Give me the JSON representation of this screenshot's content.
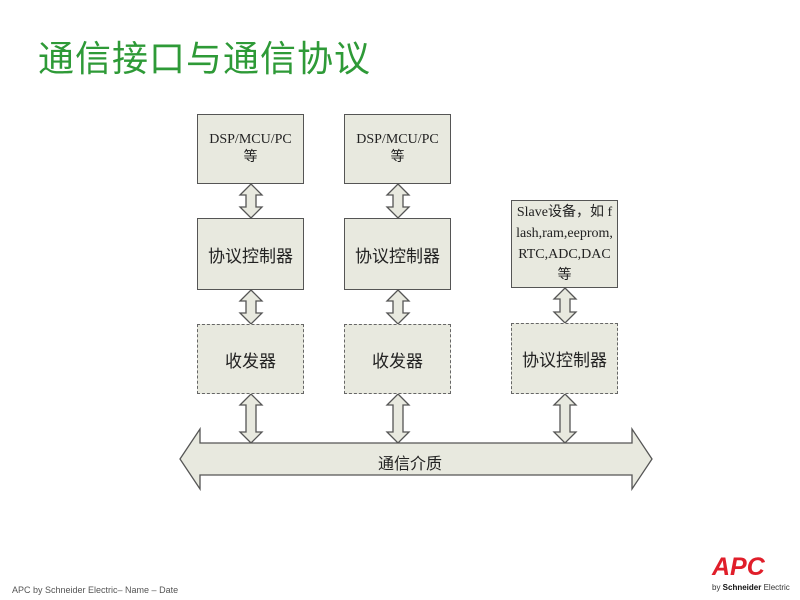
{
  "slide": {
    "title": "通信接口与通信协议"
  },
  "diagram": {
    "columns": [
      {
        "top": "DSP/MCU/PC\n等",
        "middle": "协议控制器",
        "bottom": "收发器"
      },
      {
        "top": "DSP/MCU/PC\n等",
        "middle": "协议控制器",
        "bottom": "收发器"
      },
      {
        "top": "Slave设备，如\nflash,ram,eeprom,RTC,ADC,DAC等",
        "bottom": "协议控制器"
      }
    ],
    "bus_label": "通信介质"
  },
  "footer": {
    "text": "APC by Schneider Electric– Name – Date"
  },
  "logo": {
    "name": "APC",
    "tagline_prefix": "by ",
    "tagline_brand": "Schneider",
    "tagline_suffix": " Electric",
    "color": "#e01e2a"
  },
  "colors": {
    "title": "#2e9a37",
    "box_fill": "#e8e9df",
    "arrow_fill": "#e8e9df",
    "stroke": "#555555"
  }
}
